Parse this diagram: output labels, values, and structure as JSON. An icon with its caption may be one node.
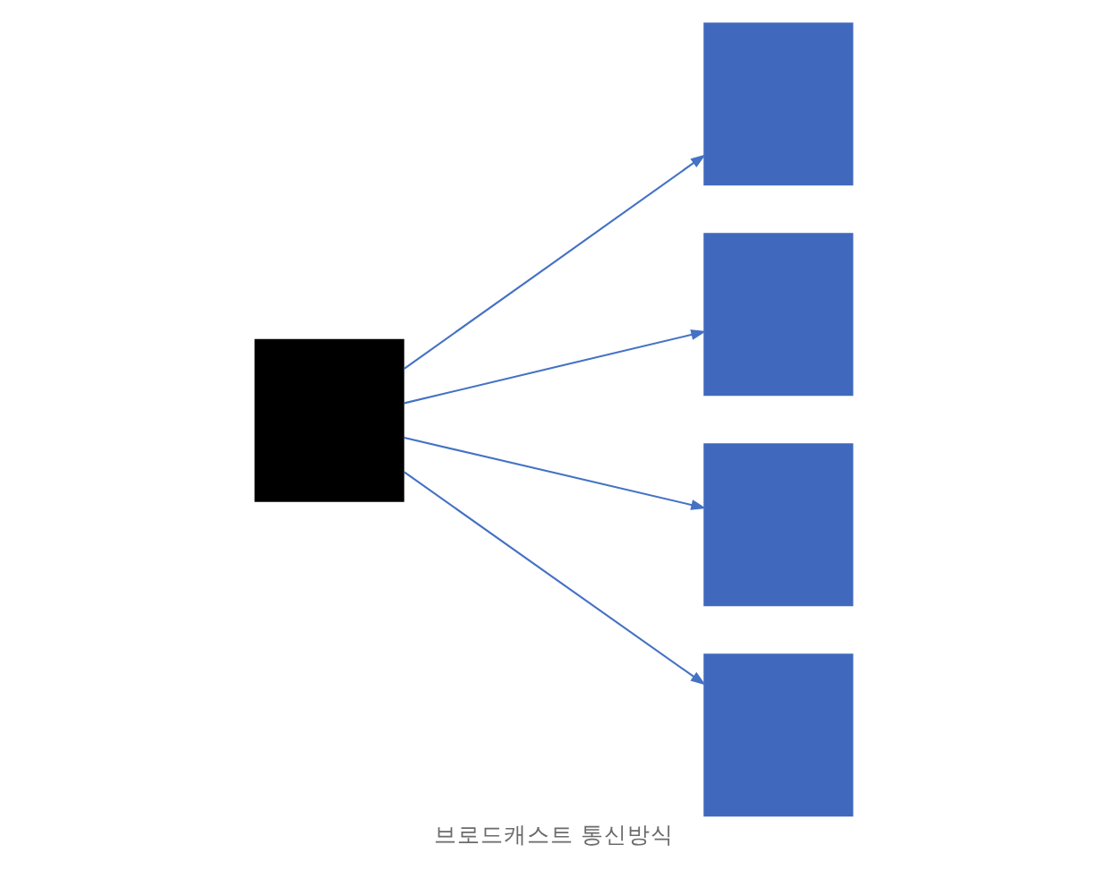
{
  "diagram": {
    "caption": "브로드캐스트 통신방식",
    "nodes": [
      {
        "text": [],
        "shape": "box"
      },
      {
        "text": [],
        "shape": "box"
      },
      {
        "text": [],
        "shape": "box"
      },
      {
        "text": [],
        "shape": "box"
      },
      {
        "text": [],
        "shape": "box"
      }
    ],
    "edges": [
      {
        "from": 0,
        "to": 1,
        "arrow": "to"
      },
      {
        "from": 0,
        "to": 2,
        "arrow": "to"
      },
      {
        "from": 0,
        "to": 3,
        "arrow": "to"
      },
      {
        "from": 0,
        "to": 4,
        "arrow": "to"
      }
    ]
  }
}
